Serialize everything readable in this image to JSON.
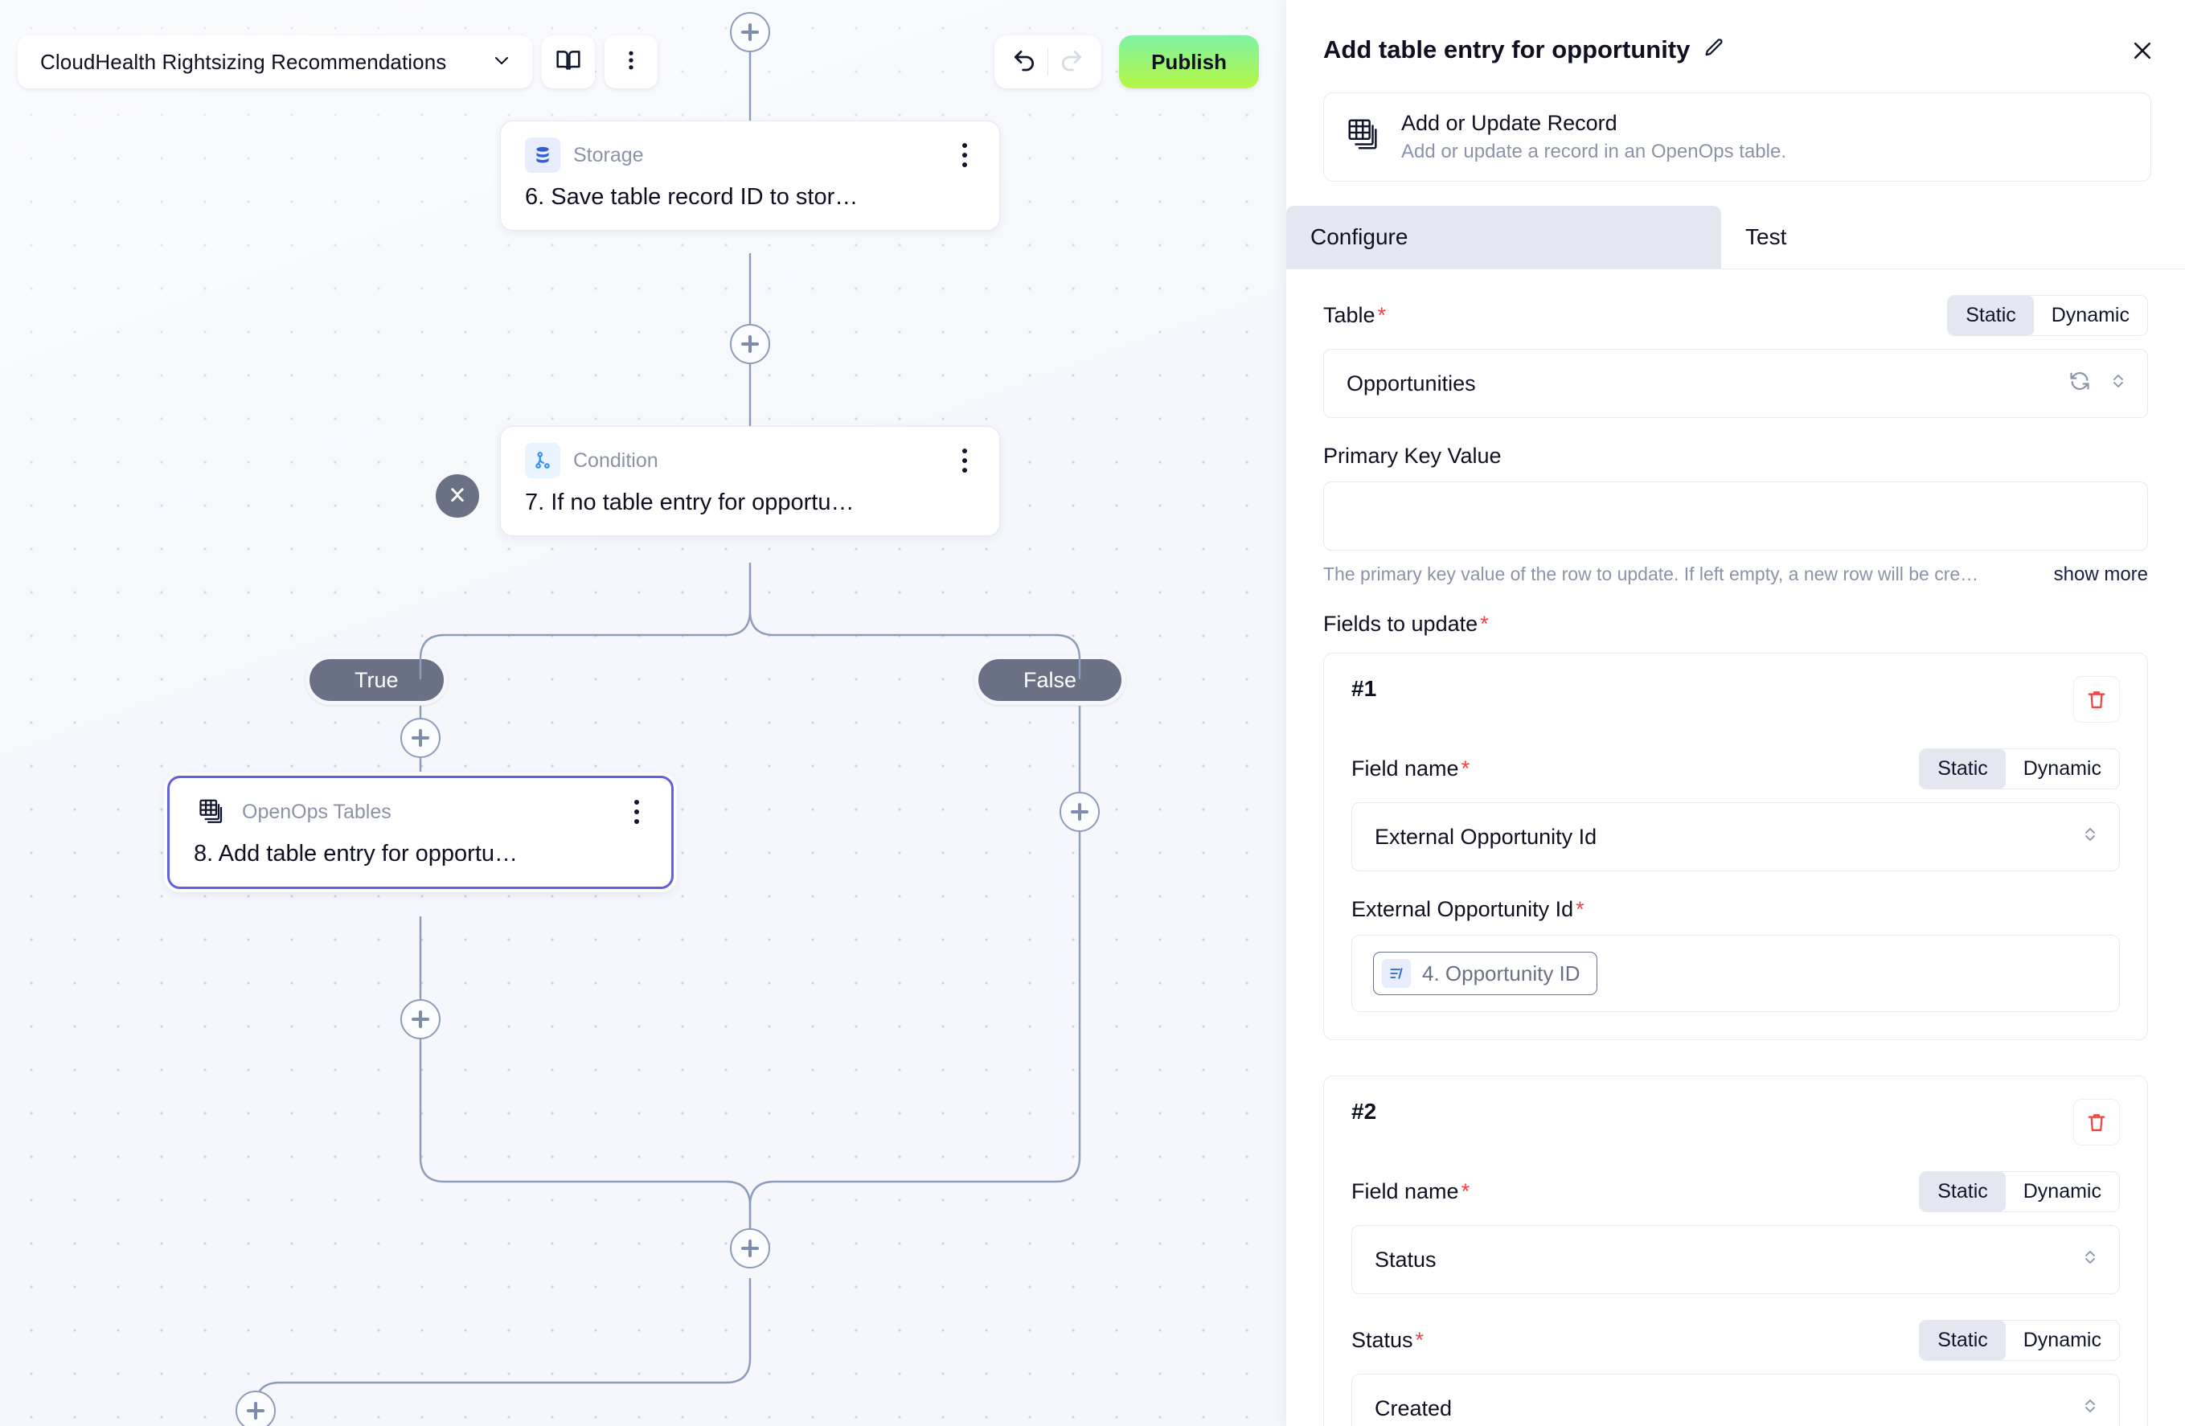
{
  "toolbar": {
    "flow_name": "CloudHealth Rightsizing Recommendations",
    "chevron_icon": "chevron-down-icon",
    "docs_icon": "book-icon",
    "more_icon": "kebab-menu-icon",
    "undo_icon": "undo-icon",
    "redo_icon": "redo-icon",
    "publish_label": "Publish"
  },
  "canvas": {
    "nodes": [
      {
        "kind": "Storage",
        "title": "6. Save table record ID to stor…",
        "icon": "database-icon",
        "selected": false
      },
      {
        "kind": "Condition",
        "title": "7. If no table entry for opportu…",
        "icon": "branch-icon",
        "selected": false
      },
      {
        "kind": "OpenOps Tables",
        "title": "8. Add table entry for opportu…",
        "icon": "table-stack-icon",
        "selected": true
      }
    ],
    "branches": [
      {
        "label": "True"
      },
      {
        "label": "False"
      }
    ],
    "add_step_icon": "plus-icon",
    "collapse_icon": "collapse-chevrons-icon"
  },
  "panel": {
    "title": "Add table entry for opportunity",
    "edit_icon": "pencil-icon",
    "close_icon": "close-icon",
    "piece": {
      "icon": "table-stack-icon",
      "name": "Add or Update Record",
      "description": "Add or update a record in an OpenOps table."
    },
    "tabs": [
      {
        "label": "Configure",
        "active": true
      },
      {
        "label": "Test",
        "active": false
      }
    ],
    "table_field": {
      "label": "Table",
      "required": true,
      "mode_static": "Static",
      "mode_dynamic": "Dynamic",
      "selected_mode": "Static",
      "value": "Opportunities",
      "refresh_icon": "refresh-icon",
      "chevron_icon": "chevron-updown-icon"
    },
    "primary_key": {
      "label": "Primary Key Value",
      "required": false,
      "value": "",
      "helper": "The primary key value of the row to update. If left empty, a new row will be cre…",
      "show_more": "show more"
    },
    "fields_to_update": {
      "label": "Fields to update",
      "required": true,
      "items": [
        {
          "number": "#1",
          "delete_icon": "trash-icon",
          "field_name_label": "Field name",
          "field_name_required": true,
          "mode_static": "Static",
          "mode_dynamic": "Dynamic",
          "selected_mode": "Static",
          "field_name_value": "External Opportunity Id",
          "value_label": "External Opportunity Id",
          "value_required": true,
          "value_kind": "token",
          "token_label": "4. Opportunity ID",
          "token_icon": "variable-icon",
          "chevron_icon": "chevron-updown-icon"
        },
        {
          "number": "#2",
          "delete_icon": "trash-icon",
          "field_name_label": "Field name",
          "field_name_required": true,
          "mode_static": "Static",
          "mode_dynamic": "Dynamic",
          "selected_mode": "Static",
          "field_name_value": "Status",
          "value_label": "Status",
          "value_required": true,
          "value_kind": "select",
          "value_static": "Static",
          "value_dynamic": "Dynamic",
          "value_selected_mode": "Static",
          "value_value": "Created",
          "chevron_icon": "chevron-updown-icon"
        }
      ]
    }
  },
  "colors": {
    "accent_selected_node": "#6360e0",
    "publish_gradient_from": "#7ef2a4",
    "publish_gradient_to": "#b6f743",
    "required_asterisk": "#f0414a",
    "branch_pill": "#6a7185",
    "edge_stroke": "#8d9cba",
    "canvas_bg": "#f5f7fc"
  }
}
